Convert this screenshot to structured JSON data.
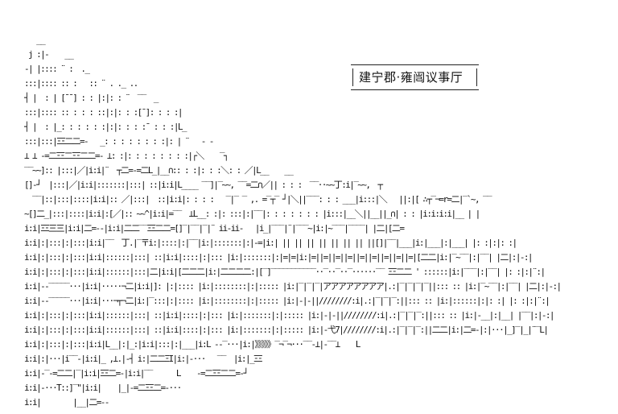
{
  "title": {
    "text": "建宁郡·雍闿议事厅",
    "colors": {
      "text": "#111111",
      "border": "#222222",
      "background": "#ffffff"
    }
  },
  "art": {
    "description": "Shift-JIS style ASCII art of a Chinese council hall interior with pillars, screens and lattice walls",
    "lines": [
      "   __",
      " j :|-    __",
      "-| |:::: ¨ :  ._",
      ":::|:::: :: :   :: ¨ . ._ ..",
      "┤ |  : | [¯¯] : : |:|: : ¨  ‾‾  _",
      ":::|:::: :: : : : ::|:|: : :[¯]: : : :|",
      "┤ |  : |_: : : : : :|:|: : : :¯ : : :|L_",
      ":::|:::|ΞΞ二二=-   _: : : : : : : :|: | ¨   - ‐",
      "⊥ ⊥ -=二ΞΞ二ΞΞ二二=- ⊥: :|: : : : : : : :|┌＼    ‾┐",
      "‾‾~~]:: |:::|／|i:i|¨  ┬二=-=二L_|__∩:: : :|: : :＼: : ／|L__    __",
      "[]‐┘  |:::|／|i:i|:::::::|:::| ::|i:i|L____ ‾‾]|‾~~, ‾‾=二∩／|| : : :  ‾‾··~~丁:i|‾~~,  ┬",
      "  ‾‾|::|:::|::::|i:i|:: ／|:::|  ::|i:i|: : : :   ‾|‾ ‾ ,. =‾┬‾ ┘|＼||‾‾‾: : : ___|i:::|＼   ||:|[ ∴┬‾¬=r=二|‾`~, ‾‾",
      "~[]二_|:::|::::|i:i|:[／|:: ~~^|i:i|=‾‾  ⊥L__: :|: :::|:|‾‾|: : : : : : : |i:::|__＼||__||_∩| : : |i:i:i:i|__ | |",
      "i:i|ΞΞ三三|i:i|二=-‐|i:i|二二‾‾ΞΞ二二=[]‾|‾‾|‾|¨ ii‐ii‐   |i_|‾‾‾|¨|‾‾‾~|i:|~‾‾‾|‾‾‾‾| |二|[二=",
      "i:i|:|:::|:|:::|i:i|‾‾  丁.|‾〒i:|::::|:|‾‾|i:|:::::::|:|‐=|i:| || || || || || || || ||[]|‾‾|___|i:|___|:|___| |: :|:|: :|",
      "i:i|:|:::|:|:::|i:i|::::::|:::| ::|i:i|::::|:|::: |i:|:::::::|:|=|=|i:|=||=||=||=||=||=||=||=||=|[二二|i:|‾~‾‾|:|‾‾| |二|:|‐:|",
      "i:i|:|:::|:|:::|i:i|::::::|:::|二|i:i|[二二二|i:|二二二二:|[‾]‾‾‾‾‾‾‾‾‾‾‾··‾··‾··‾······‾‾ ΞΞ二二 ' ::::::|i:|‾‾‾|:|‾‾| |: :|:|¨:|",
      "i:i|‐‐‾‾‾‾‾···|i:i|·····¬二|i:i|]: |:|:::: |i:|::::::::|:|::::: |i:|‾|‾|‾|アアアアアアアア|.:|‾|‾|‾|‾||::: :: |i:|‾~‾‾|:|‾‾| |二|:|‐:|",
      "i:i|‐‐‾‾‾‾‾···|i:i|···¬┬¬二|i:|‾:::|:|:::: |i:|::::::::|:|::::: |i:|‐|‐||////////:i|.:|‾|‾|‾:||::: :: |i:|::::::|:|: :| |: :|:|¨:|",
      "i:i|:|:::|:|:::|i:i|::::::|:::| ::|i:i|::::|:|::: |i:|:::::::|:|::::: |i:|‐|‐||////////:i|.:|‾|‾|‾:||::: :: |i:|-__|:|__| |‾‾|:|‐:|",
      "i:i|:|:::|:|:::|i:i|::::::|:::| ::|i:i|::::|:|::: |i:|:::::::|:|::::: |i:|‐弋7|////////:i|.:|‾|‾|‾:||二二|i:|二=‐|:|···|_]‾|_|¨‾L|",
      "i:i|:|:::|:|:::|i:i|L__|:|_:|i:i|:::|:|___|i:L ‐‐‾···|i:|》》》》》‾¬‾¬···‾‾‐⊥|‐‾‾⊥    L",
      "i:i|:|···|i‾‾‐|i:i|_ ,⊥.|‐┤ i:|二二ΞI|i:|‐···   ‾‾  |i:|_ΞΞ",
      "i:i|‐‾‐=二二|‾|i:i|ΞΞ二=‐|i:i|‾‾      L    ‐=二ΞΞ二二=‐┘",
      "i:i|‐···T::]‾\"|i:i|    |_|‐=二ΞΞ二=‐···",
      "i:i|        |__|二=‐‐"
    ]
  }
}
